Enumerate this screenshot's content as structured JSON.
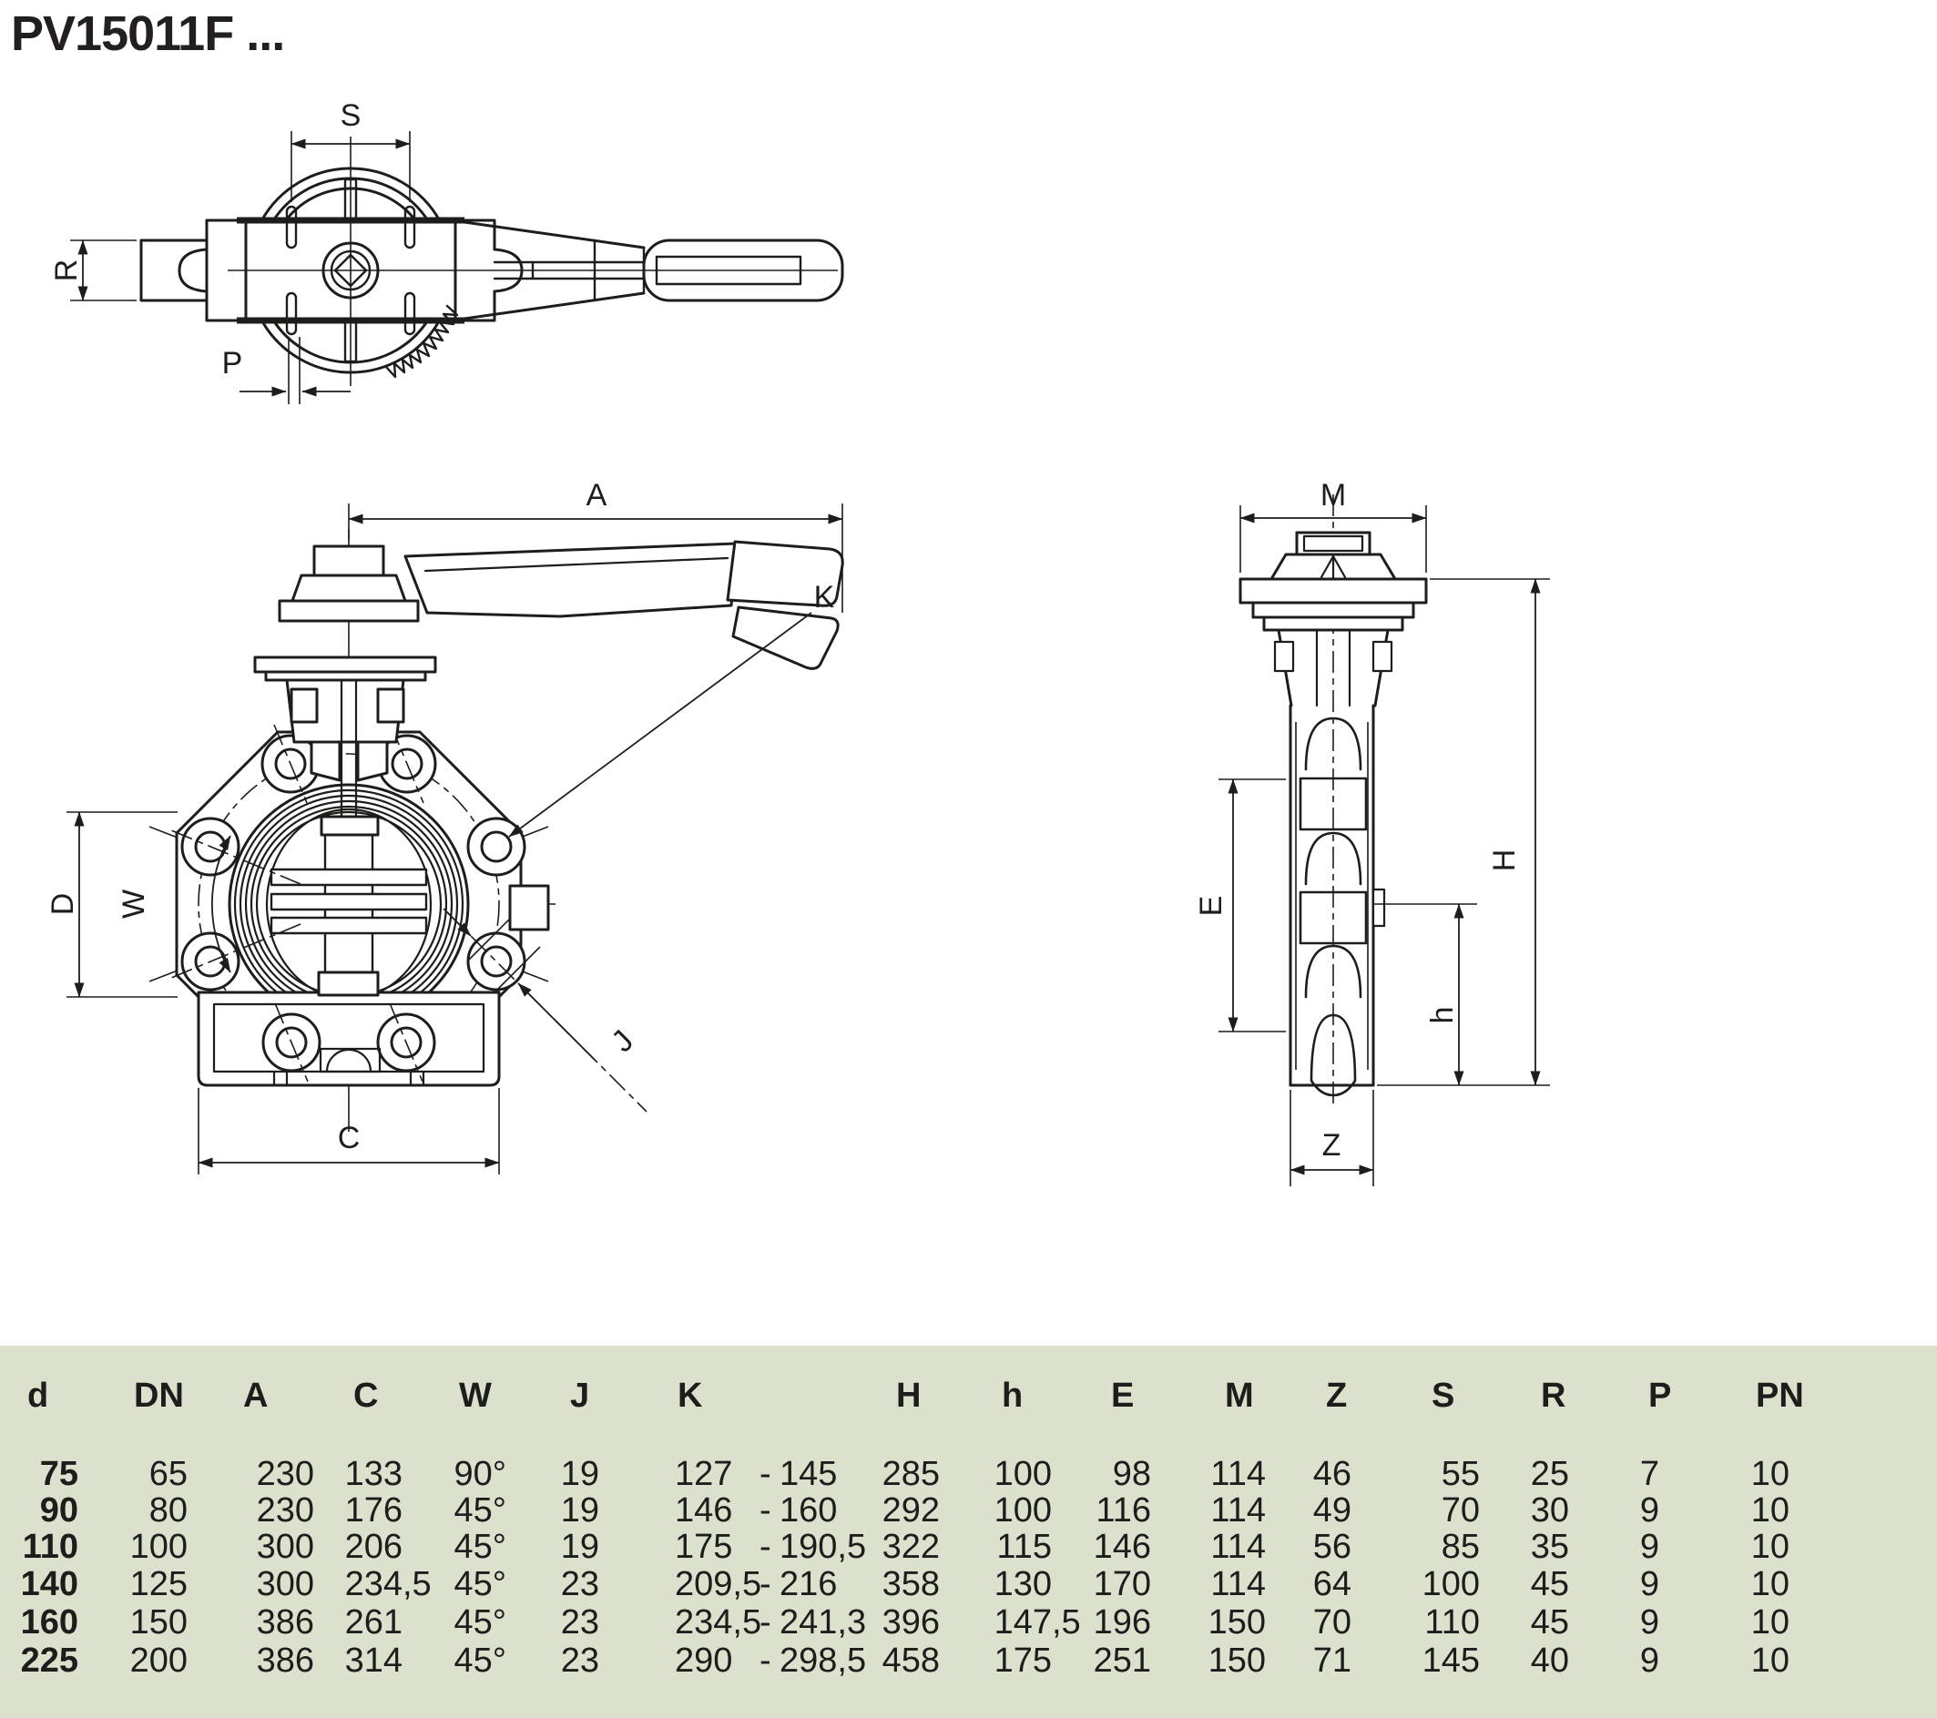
{
  "title": "PV15011F ...",
  "colors": {
    "ink": "#1d1d1b",
    "table_bg": "#dce1cd",
    "paper": "#ffffff"
  },
  "drawings": {
    "top_view": {
      "labels": {
        "s": "S",
        "r": "R",
        "p": "P"
      }
    },
    "front_view": {
      "labels": {
        "a": "A",
        "d": "D",
        "w": "W",
        "k": "K",
        "j": "J",
        "c": "C"
      }
    },
    "side_view": {
      "labels": {
        "m": "M",
        "h_total": "H",
        "e": "E",
        "h_small": "h",
        "z": "Z"
      }
    }
  },
  "table": {
    "columns": [
      "d",
      "DN",
      "A",
      "C",
      "W",
      "J",
      "K",
      "H",
      "h",
      "E",
      "M",
      "Z",
      "S",
      "R",
      "P",
      "PN"
    ],
    "k_separator": "-",
    "rows": [
      [
        "75",
        "65",
        "230",
        "133",
        "90°",
        "19",
        "127",
        "145",
        "285",
        "100",
        "98",
        "114",
        "46",
        "55",
        "25",
        "7",
        "10"
      ],
      [
        "90",
        "80",
        "230",
        "176",
        "45°",
        "19",
        "146",
        "160",
        "292",
        "100",
        "116",
        "114",
        "49",
        "70",
        "30",
        "9",
        "10"
      ],
      [
        "110",
        "100",
        "300",
        "206",
        "45°",
        "19",
        "175",
        "190,5",
        "322",
        "115",
        "146",
        "114",
        "56",
        "85",
        "35",
        "9",
        "10"
      ],
      [
        "140",
        "125",
        "300",
        "234,5",
        "45°",
        "23",
        "209,5",
        "216",
        "358",
        "130",
        "170",
        "114",
        "64",
        "100",
        "45",
        "9",
        "10"
      ],
      [
        "160",
        "150",
        "386",
        "261",
        "45°",
        "23",
        "234,5",
        "241,3",
        "396",
        "147,5",
        "196",
        "150",
        "70",
        "110",
        "45",
        "9",
        "10"
      ],
      [
        "225",
        "200",
        "386",
        "314",
        "45°",
        "23",
        "290",
        "298,5",
        "458",
        "175",
        "251",
        "150",
        "71",
        "145",
        "40",
        "9",
        "10"
      ]
    ]
  }
}
